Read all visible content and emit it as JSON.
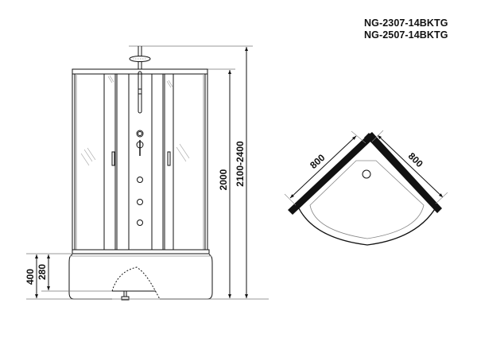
{
  "models": [
    "NG-2307-14BKTG",
    "NG-2507-14BKTG"
  ],
  "front_view": {
    "dimensions": {
      "tray_height": "400",
      "tray_inner_height": "280",
      "cabin_height": "2000",
      "total_height": "2100-2400"
    }
  },
  "top_view": {
    "dimensions": {
      "side_left": "800",
      "side_right": "800"
    }
  },
  "colors": {
    "line": "#111111",
    "dim_line": "#555555",
    "glass_stroke": "#888888"
  }
}
